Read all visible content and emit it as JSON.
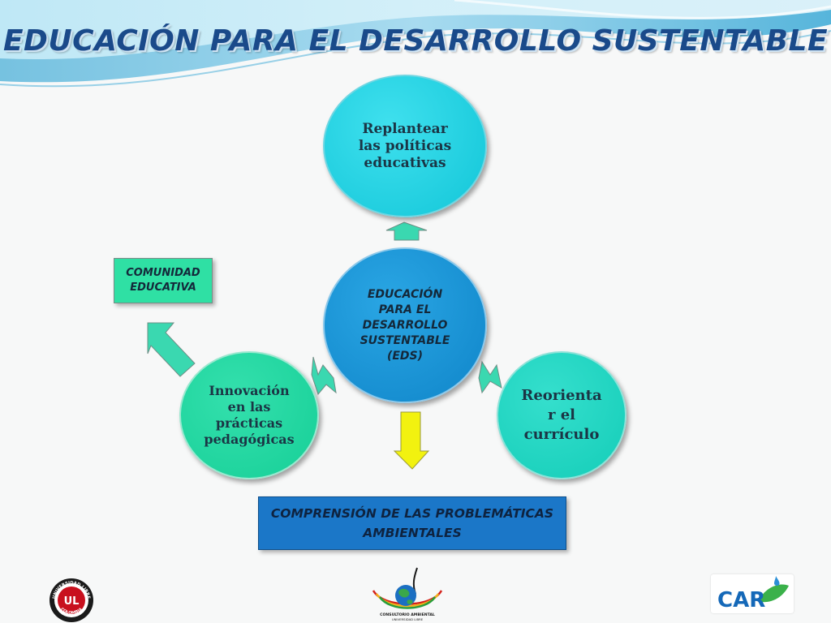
{
  "slide": {
    "title": "EDUCACIÓN PARA EL DESARROLLO SUSTENTABLE"
  },
  "diagram": {
    "center": "EDUCACIÓN PARA EL DESARROLLO SUSTENTABLE (EDS)",
    "top": "Replantear las políticas educativas",
    "left": "Innovación en las prácticas pedagógicas",
    "right": "Reorienta r el currículo",
    "community_box": "COMUNIDAD EDUCATIVA",
    "outcome_box": "COMPRENSIÓN DE LAS PROBLEMÁTICAS AMBIENTALES"
  },
  "logos": {
    "university": {
      "icon": "university-seal-icon",
      "top_text": "UNIVERSIDAD LIBRE",
      "bottom_text": "COLOMBIA",
      "monogram": "UL"
    },
    "consultorio": {
      "icon": "globe-icon",
      "line1": "CONSULTORIO AMBIENTAL",
      "line2": "UNIVERSIDAD LIBRE"
    },
    "car": {
      "icon": "leaf-drop-icon",
      "text": "CAR"
    }
  },
  "colors": {
    "title": "#1a4a8a",
    "top_circle": "#12c6d8",
    "center_circle": "#0f85c9",
    "left_circle": "#16cf97",
    "right_circle": "#14cdb8",
    "community_box": "#2fe0a4",
    "outcome_box": "#1b77c8",
    "yellow_arrow": "#f2f20f"
  }
}
